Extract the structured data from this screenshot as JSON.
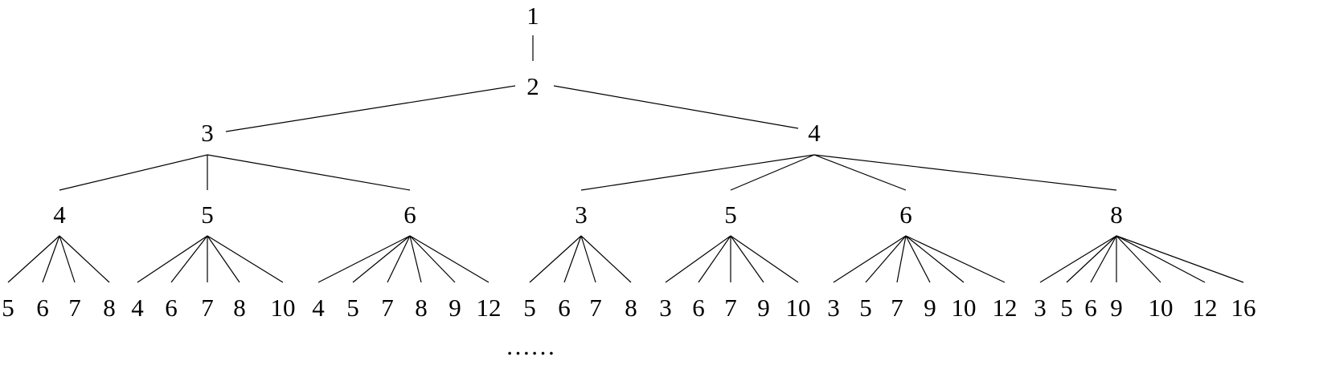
{
  "tree": {
    "label": "1",
    "children": [
      {
        "label": "2",
        "children": [
          {
            "label": "3",
            "children": [
              {
                "label": "4",
                "children": [
                  "5",
                  "6",
                  "7",
                  "8"
                ]
              },
              {
                "label": "5",
                "children": [
                  "4",
                  "6",
                  "7",
                  "8",
                  "10"
                ]
              },
              {
                "label": "6",
                "children": [
                  "4",
                  "5",
                  "7",
                  "8",
                  "9",
                  "12"
                ]
              }
            ]
          },
          {
            "label": "4",
            "children": [
              {
                "label": "3",
                "children": [
                  "5",
                  "6",
                  "7",
                  "8"
                ]
              },
              {
                "label": "5",
                "children": [
                  "3",
                  "6",
                  "7",
                  "9",
                  "10"
                ]
              },
              {
                "label": "6",
                "children": [
                  "3",
                  "5",
                  "7",
                  "9",
                  "10",
                  "12"
                ]
              },
              {
                "label": "8",
                "children": [
                  "3",
                  "5",
                  "6",
                  "9",
                  "10",
                  "12",
                  "16"
                ]
              }
            ]
          }
        ]
      }
    ]
  },
  "continuation": "……"
}
